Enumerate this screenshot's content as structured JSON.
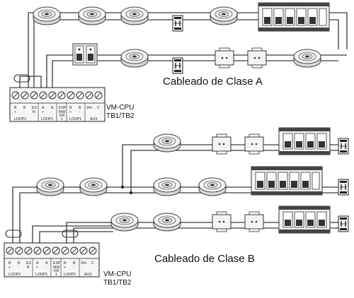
{
  "class_a": {
    "title": "Cableado de Clase A",
    "panel_name": "VM-CPU",
    "panel_terminal": "TB1/TB2"
  },
  "class_b": {
    "title": "Cableado de Clase B",
    "panel_name": "VM-CPU",
    "panel_terminal": "TB1/TB2"
  },
  "terminal_labels": {
    "top": [
      "B",
      "B",
      "ES",
      "A",
      "A",
      "ESP",
      "B",
      "B",
      "24+",
      "C"
    ],
    "sub": [
      "+",
      "-",
      "R",
      "+",
      "-",
      "MW",
      "+",
      "-",
      "",
      ""
    ],
    "extra": [
      "",
      "",
      "",
      "",
      "",
      "KR",
      "",
      "",
      "",
      ""
    ],
    "extra2": [
      "",
      "",
      "",
      "",
      "",
      "1",
      "",
      "",
      "",
      ""
    ],
    "groups": [
      "LOOP1",
      "LOOP1",
      "LOOP1",
      "AUX"
    ]
  },
  "colors": {
    "wire": "#3a3a3a",
    "device_fill": "#f4f4f4",
    "device_stroke": "#444444",
    "module_dark": "#222222"
  },
  "icons": {
    "detector": "smoke-detector-icon",
    "relay_module": "relay-module-icon",
    "din_module": "din-module-icon",
    "multi_module": "multi-module-icon"
  }
}
